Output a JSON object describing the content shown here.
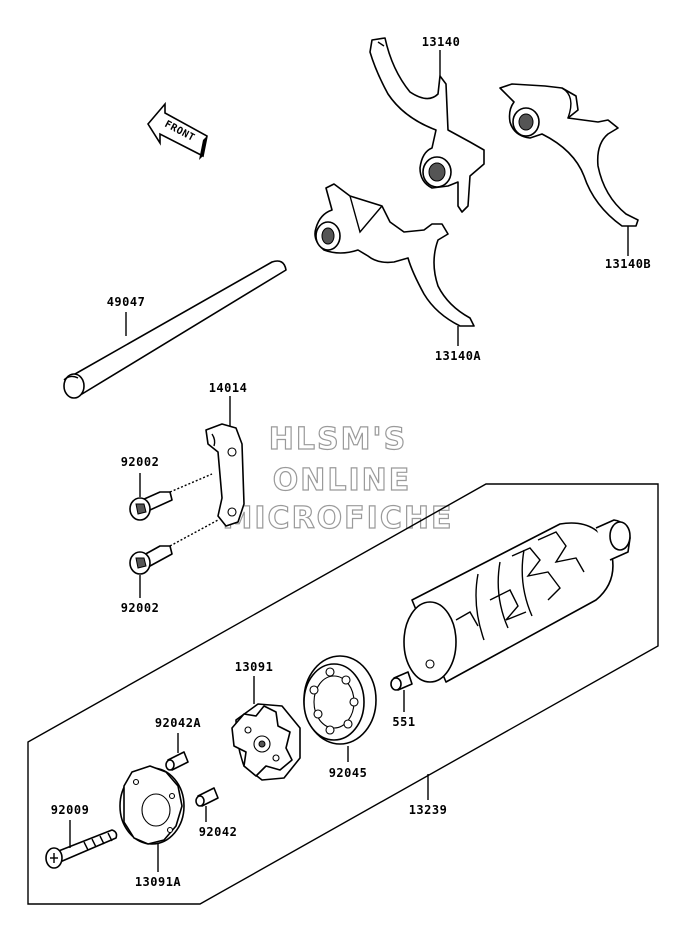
{
  "watermark": {
    "line1": "HLSM'S",
    "line2": "ONLINE",
    "line3": "MICROFICHE"
  },
  "front_arrow": {
    "text": "FRONT",
    "icon": "front-direction-arrow-icon"
  },
  "callouts": {
    "fork_13140": "13140",
    "fork_13140a": "13140A",
    "fork_13140b": "13140B",
    "shaft_49047": "49047",
    "plate_14014": "14014",
    "bolt_92002_upper": "92002",
    "bolt_92002_lower": "92002",
    "assembly_13239": "13239",
    "cam_13091": "13091",
    "pin_92042a": "92042A",
    "pin_92042": "92042",
    "bearing_92045": "92045",
    "pin_551": "551",
    "screw_92009": "92009",
    "plate_13091a": "13091A"
  }
}
